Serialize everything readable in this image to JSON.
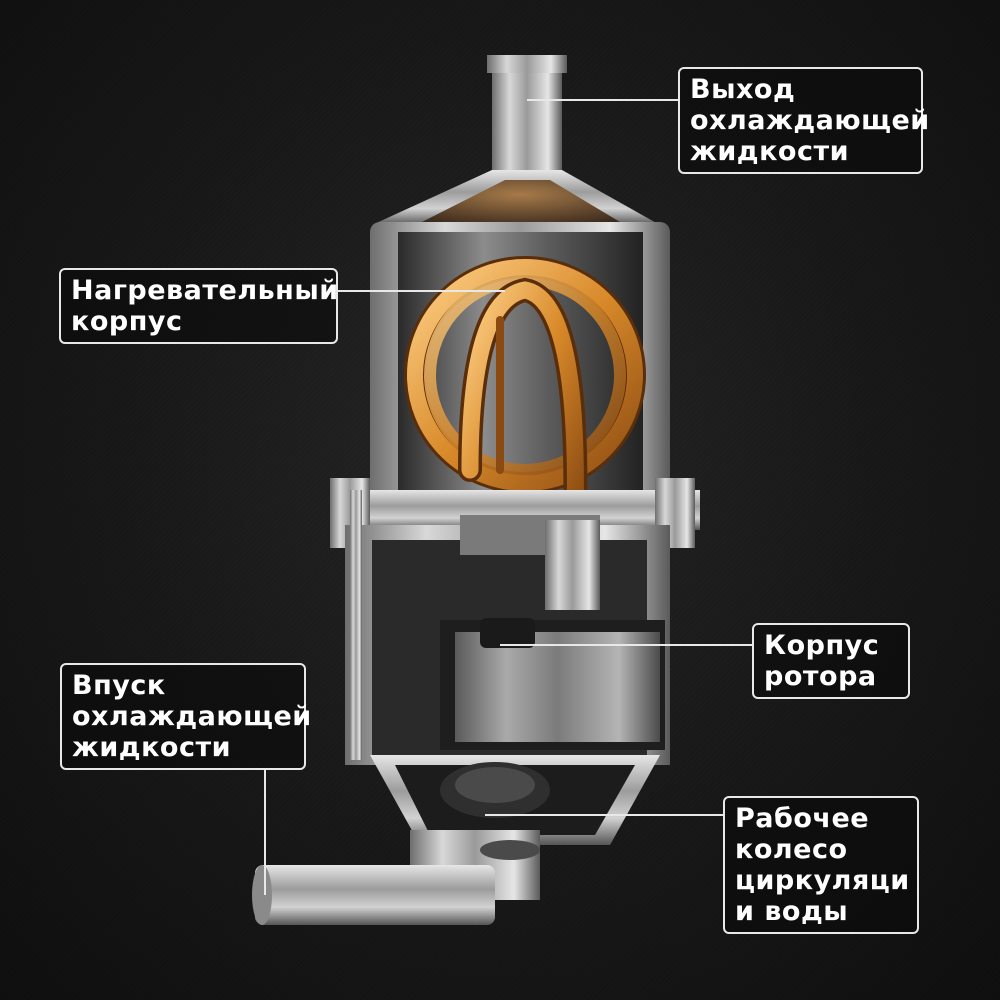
{
  "labels": {
    "outlet": [
      "Выход",
      "охлаждающей",
      "жидкости"
    ],
    "heater": [
      "Нагревательный",
      "корпус"
    ],
    "rotor": [
      "Корпус",
      "ротора"
    ],
    "inlet": [
      "Впуск",
      "охлаждающей",
      "жидкости"
    ],
    "impeller": [
      "Рабочее",
      "колесо",
      "циркуляци",
      "и воды"
    ]
  },
  "colors": {
    "background": "#181818",
    "label_border": "#e8e8e8",
    "label_text": "#ffffff",
    "coil_copper": "#e09a3a",
    "metal": "#b8b8b8"
  }
}
